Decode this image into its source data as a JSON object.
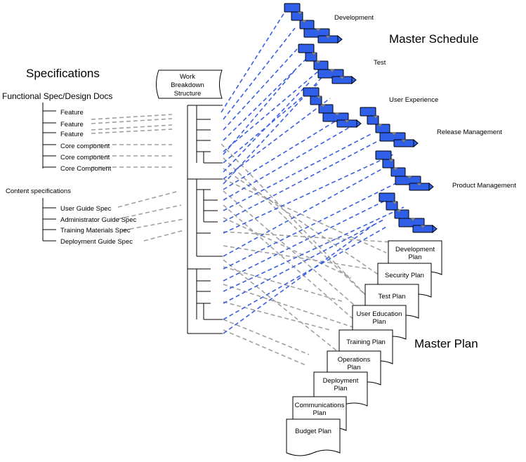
{
  "titles": {
    "specifications": "Specifications",
    "master_schedule": "Master Schedule",
    "master_plan": "Master Plan"
  },
  "specs": {
    "functional_heading": "Functional Spec/Design Docs",
    "functional_items": [
      "Feature",
      "Feature",
      "Feature",
      "Core component",
      "Core component",
      "Core Component"
    ],
    "content_heading": "Content specifications",
    "content_items": [
      "User Guide Spec",
      "Administrator Guide Spec",
      "Training Materials Spec",
      "Deployment Guide Spec"
    ]
  },
  "wbs": {
    "label_lines": [
      "Work",
      "Breakdown",
      "Structure"
    ]
  },
  "schedule": {
    "labels": [
      "Development",
      "Test",
      "User Experience",
      "Release Management",
      "Product Management"
    ]
  },
  "plans": [
    [
      "Development",
      "Plan"
    ],
    [
      "Security Plan"
    ],
    [
      "Test Plan"
    ],
    [
      "User Education",
      "Plan"
    ],
    [
      "Training Plan"
    ],
    [
      "Operations",
      "Plan"
    ],
    [
      "Deployment",
      "Plan"
    ],
    [
      "Communications",
      "Plan"
    ],
    [
      "Budget Plan"
    ]
  ],
  "colors": {
    "blue": "#3a5fe0",
    "task_fill": "#2f5fe8",
    "gray": "#a0a0a0"
  }
}
